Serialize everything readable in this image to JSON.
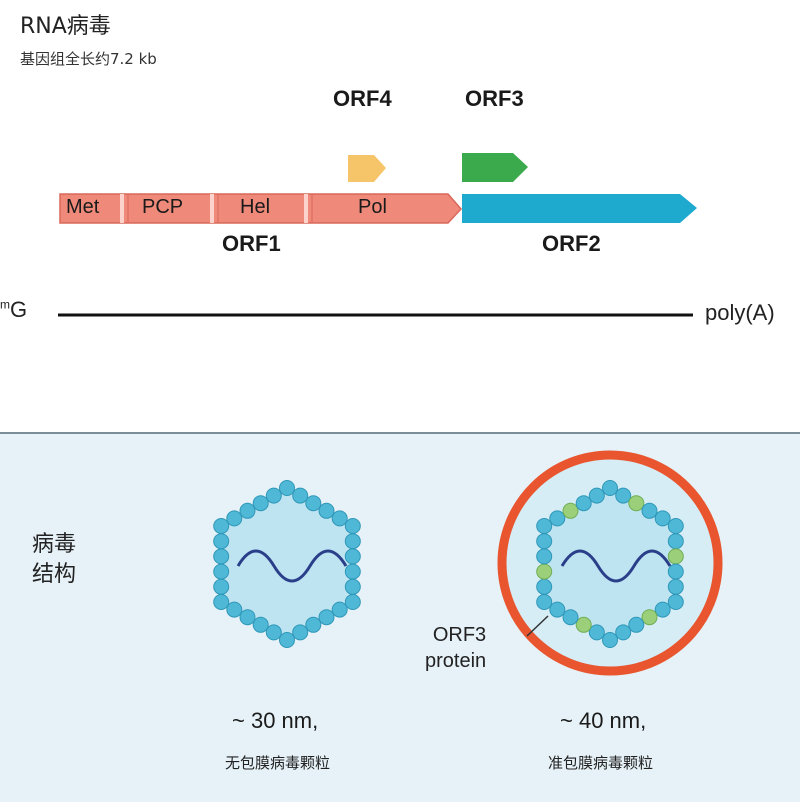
{
  "header": {
    "title": "RNA病毒",
    "subtitle": "基因组全长约7.2 kb"
  },
  "genome": {
    "orf4_label": "ORF4",
    "orf3_label": "ORF3",
    "orf1_label": "ORF1",
    "orf2_label": "ORF2",
    "orf1_domains": [
      "Met",
      "PCP",
      "Hel",
      "Pol"
    ],
    "cap_label": "m",
    "cap_base": "G",
    "poly_a_label": "poly(A)",
    "colors": {
      "orf1": "#ef8a7a",
      "orf1_border": "#d9685a",
      "orf2": "#1ea9cf",
      "orf3": "#3aaa4c",
      "orf4": "#f6c56a"
    }
  },
  "structure": {
    "section_label_line1": "病毒",
    "section_label_line2": "结构",
    "naked": {
      "size": "~ 30 nm,",
      "caption": "无包膜病毒颗粒"
    },
    "enveloped": {
      "size": "~ 40 nm,",
      "caption": "准包膜病毒颗粒",
      "callout_line1": "ORF3",
      "callout_line2": "protein"
    },
    "colors": {
      "capsid_bead": "#4fb8d6",
      "capsid_fill": "#bfe4f1",
      "rna_wave": "#2a3f8a",
      "envelope": "#e8552e",
      "orf3_protein": "#9ccf7a",
      "panel_bg": "#e6f2f8"
    }
  }
}
